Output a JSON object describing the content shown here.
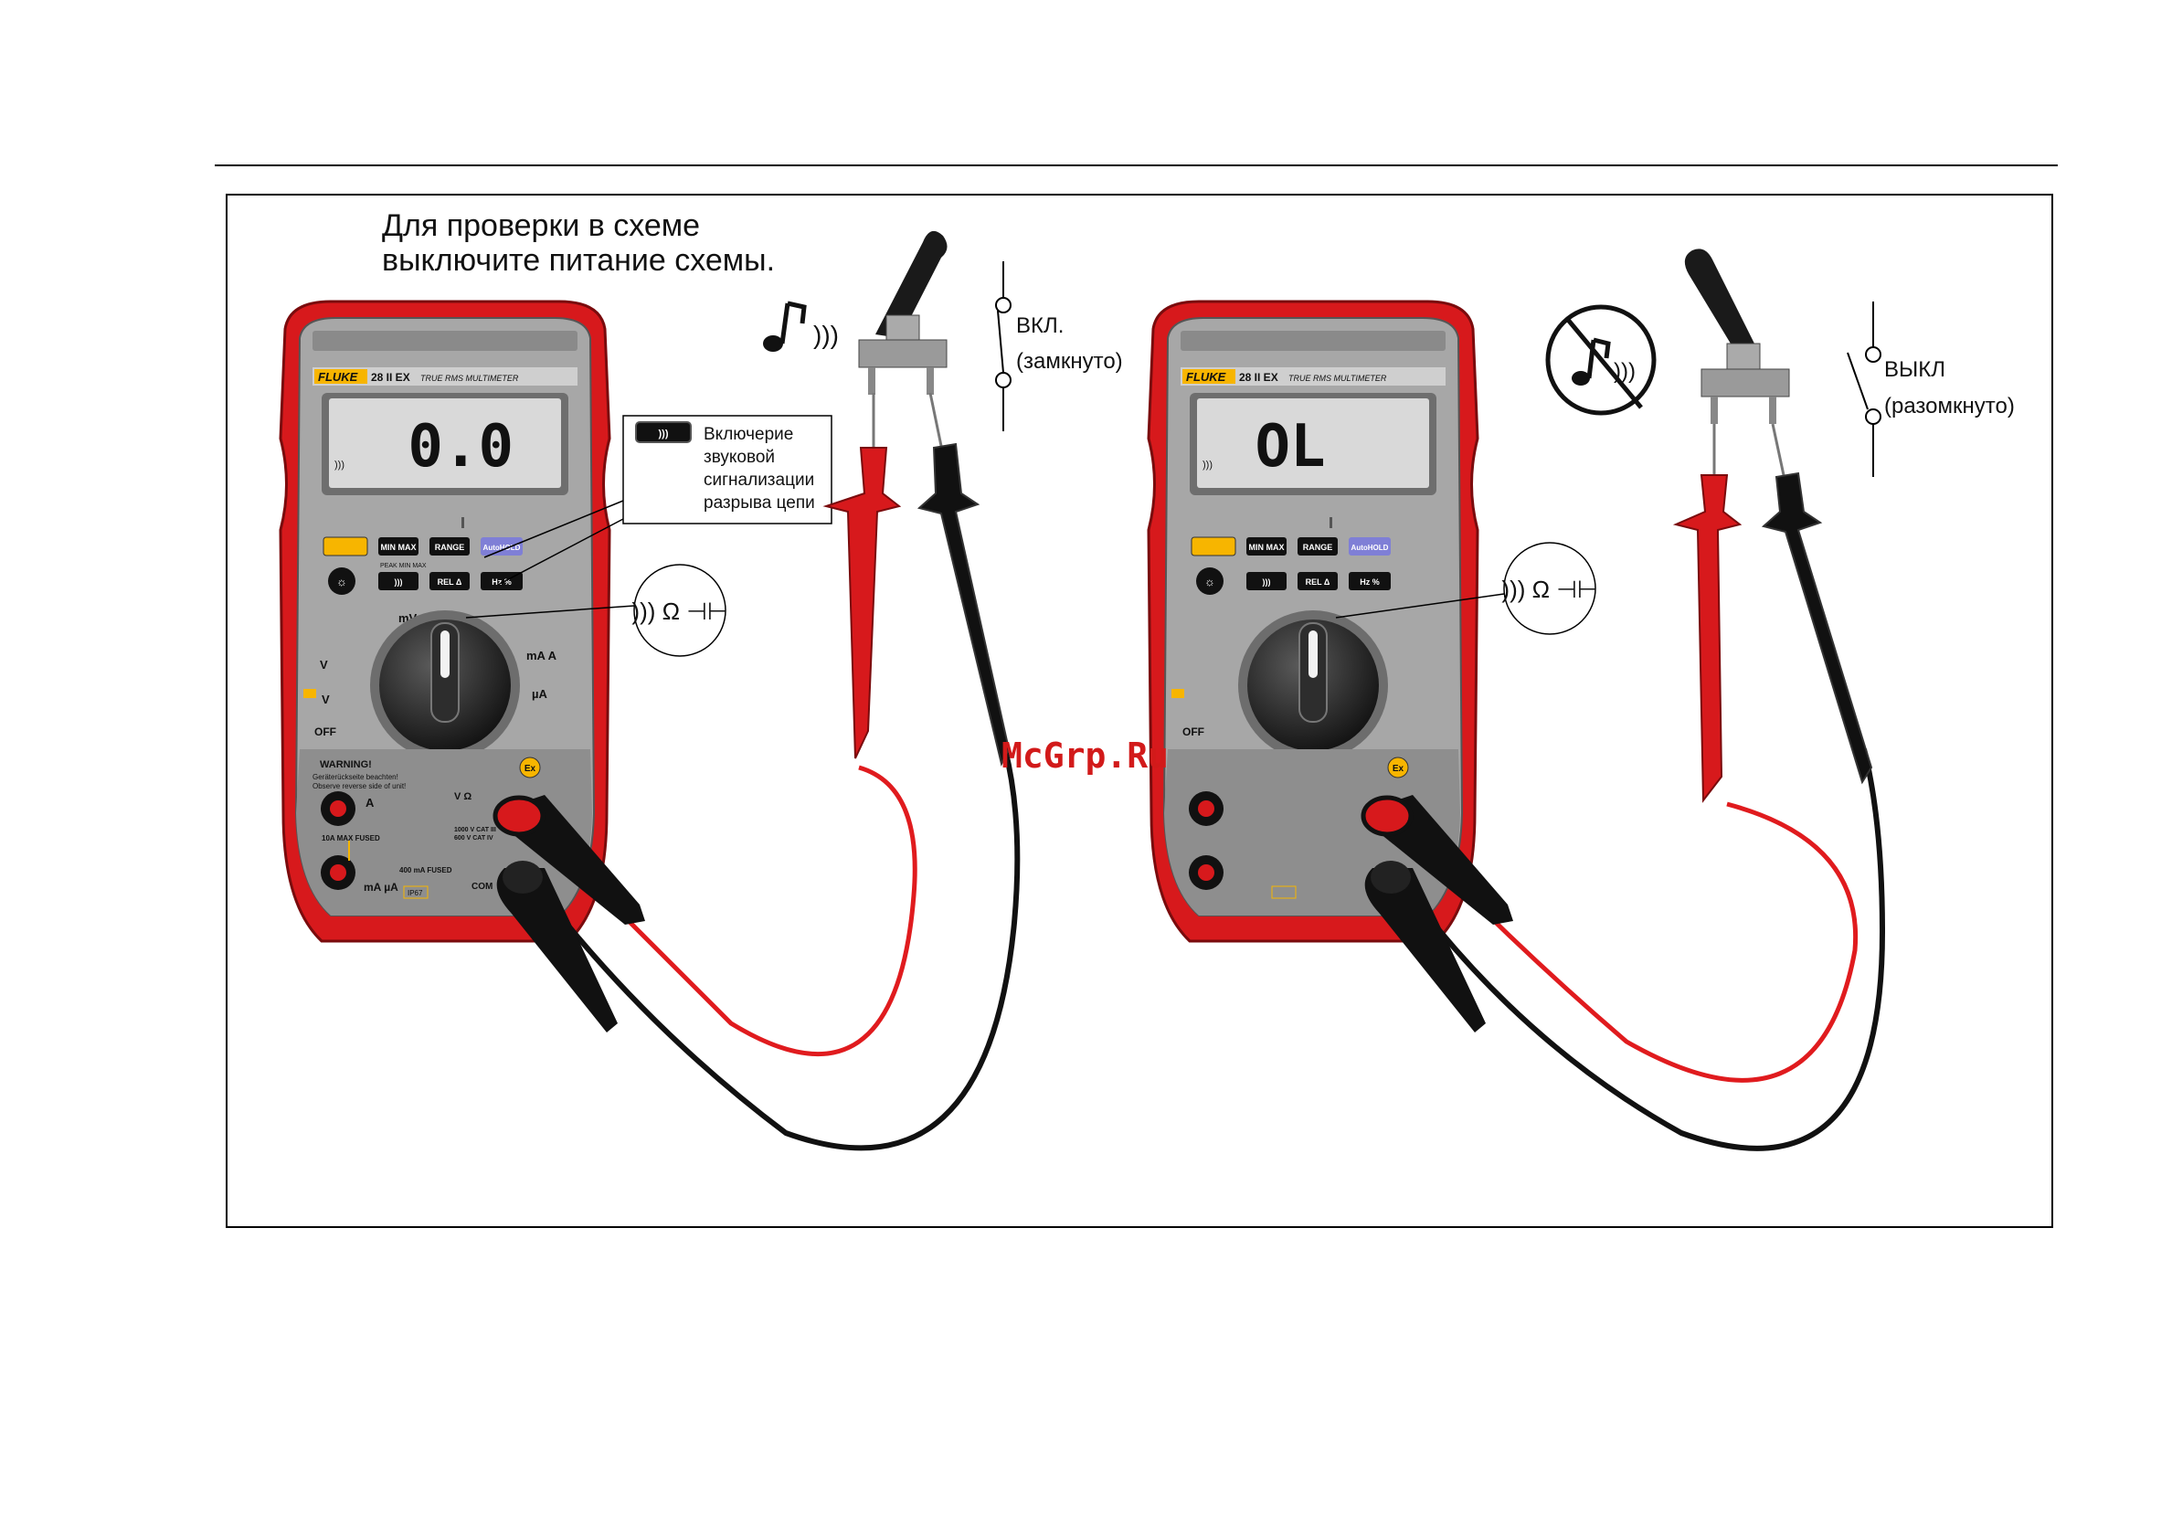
{
  "instruction": {
    "line1": "Для проверки в схеме",
    "line2": "выключите питание схемы."
  },
  "callout_beeper": {
    "line1": "Включерие",
    "line2": "звуковой",
    "line3": "сигнализации",
    "line4": "разрыва цепи"
  },
  "callout_dial": {
    "symbol": "))) Ω ⊣⊢"
  },
  "meter_left": {
    "brand": "FLUKE",
    "model": "28 II EX",
    "subtitle": "TRUE RMS MULTIMETER",
    "display": "0.0",
    "buttons": [
      "MIN MAX",
      "RANGE",
      "AutoHOLD",
      "REL Δ",
      "Hz %"
    ],
    "peak_label": "PEAK MIN MAX",
    "off": "OFF",
    "dial_labels": [
      "mV",
      "V",
      "V",
      "mA A",
      "µA"
    ],
    "warning": "WARNING!",
    "warning_sub1": "Geräterückseite beachten!",
    "warning_sub2": "Observe reverse side of unit!",
    "jack_a": "A",
    "jack_ma": "mA µA",
    "jack_v": "V Ω",
    "jack_com": "COM",
    "fused_10a": "10A MAX FUSED",
    "fused_400ma": "400 mA FUSED",
    "cat1": "1000 V CAT III",
    "cat2": "600 V CAT IV",
    "ip": "IP67"
  },
  "meter_right": {
    "brand": "FLUKE",
    "model": "28 II EX",
    "subtitle": "TRUE RMS MULTIMETER",
    "display": "OL",
    "buttons": [
      "MIN MAX",
      "RANGE",
      "AutoHOLD",
      "REL Δ",
      "Hz %"
    ],
    "off": "OFF"
  },
  "switch_on": {
    "label": "ВКЛ.",
    "state": "(замкнуто)"
  },
  "switch_off": {
    "label": "ВЫКЛ",
    "state": "(разомкнуто)"
  },
  "watermark": "McGrp.Ru",
  "colors": {
    "meter_red": "#d7191c",
    "meter_dark_red": "#9c0f12",
    "panel_gray": "#b7b7b7",
    "lcd": "#d9d9d9",
    "accent_yellow": "#f7b500"
  }
}
